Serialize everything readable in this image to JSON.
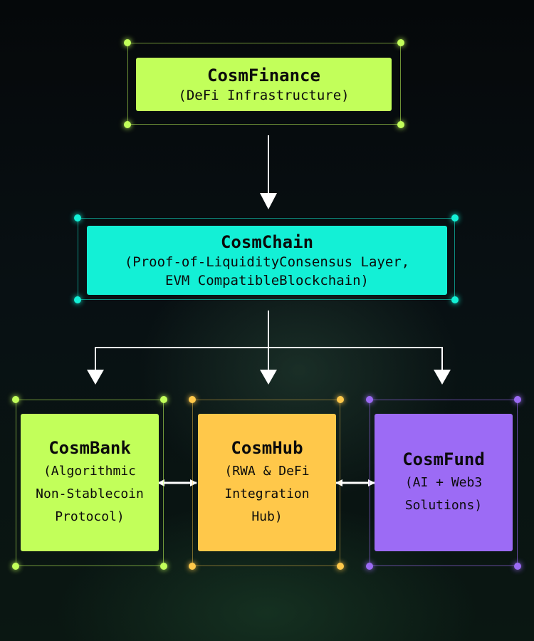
{
  "colors": {
    "green": "#c2ff5a",
    "cyan": "#13f0d6",
    "orange": "#ffc84a",
    "purple": "#9c6bf5",
    "connector": "#ffffff"
  },
  "nodes": {
    "finance": {
      "title": "CosmFinance",
      "subtitle": "(DeFi Infrastructure)"
    },
    "chain": {
      "title": "CosmChain",
      "subtitle": "(Proof-of-LiquidityConsensus Layer,\nEVM CompatibleBlockchain)"
    },
    "bank": {
      "title": "CosmBank",
      "subtitle": "(Algorithmic\nNon-Stablecoin\nProtocol)"
    },
    "hub": {
      "title": "CosmHub",
      "subtitle": "(RWA & DeFi\nIntegration\nHub)"
    },
    "fund": {
      "title": "CosmFund",
      "subtitle": "(AI + Web3\nSolutions)"
    }
  }
}
